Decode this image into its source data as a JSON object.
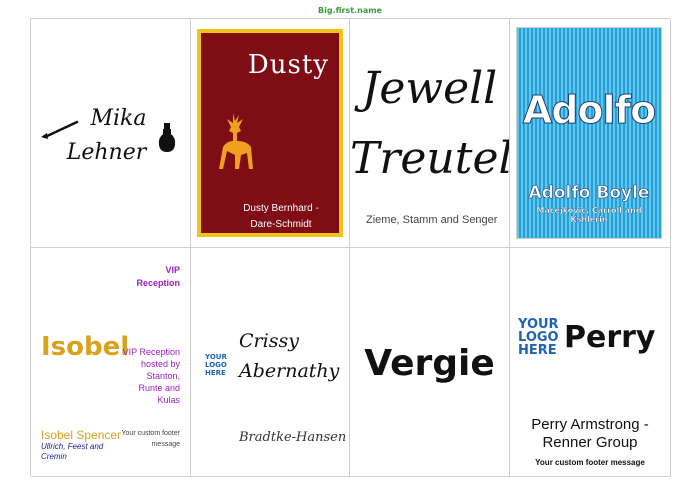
{
  "page": {
    "title": "Big.first.name"
  },
  "cards": [
    {
      "first": "Mika",
      "last": "Lehner"
    },
    {
      "first": "Dusty",
      "full": "Dusty Bernhard - Dare-Schmidt"
    },
    {
      "first": "Jewell",
      "last": "Treutel",
      "company": "Zieme, Stamm and Senger"
    },
    {
      "first": "Adolfo",
      "full": "Adolfo Boyle",
      "company": "Macejkovic, Carroll and Kshlerin"
    },
    {
      "vip": "VIP Reception",
      "first": "Isobel",
      "vip2": "VIP Reception hosted by Stanton, Runte and Kulas",
      "full": "Isobel Spencer",
      "company": "Ullrich, Feest and Cremin",
      "footer": "Your custom footer message"
    },
    {
      "logo": "YOUR LOGO HERE",
      "first": "Crissy",
      "last": "Abernathy",
      "company": "Bradtke-Hansen"
    },
    {
      "first": "Vergie"
    },
    {
      "logo": "YOUR LOGO HERE",
      "first": "Perry",
      "full": "Perry Armstrong - Renner Group",
      "footer": "Your custom footer message"
    }
  ],
  "colors": {
    "title": "#3a9a3a",
    "card2_bg": "#7f0d16",
    "card2_border": "#f0c419",
    "card4_stripe": "#5ec7ef",
    "vip": "#a020c0",
    "gold": "#d9a21b",
    "logo": "#1e63b4"
  }
}
